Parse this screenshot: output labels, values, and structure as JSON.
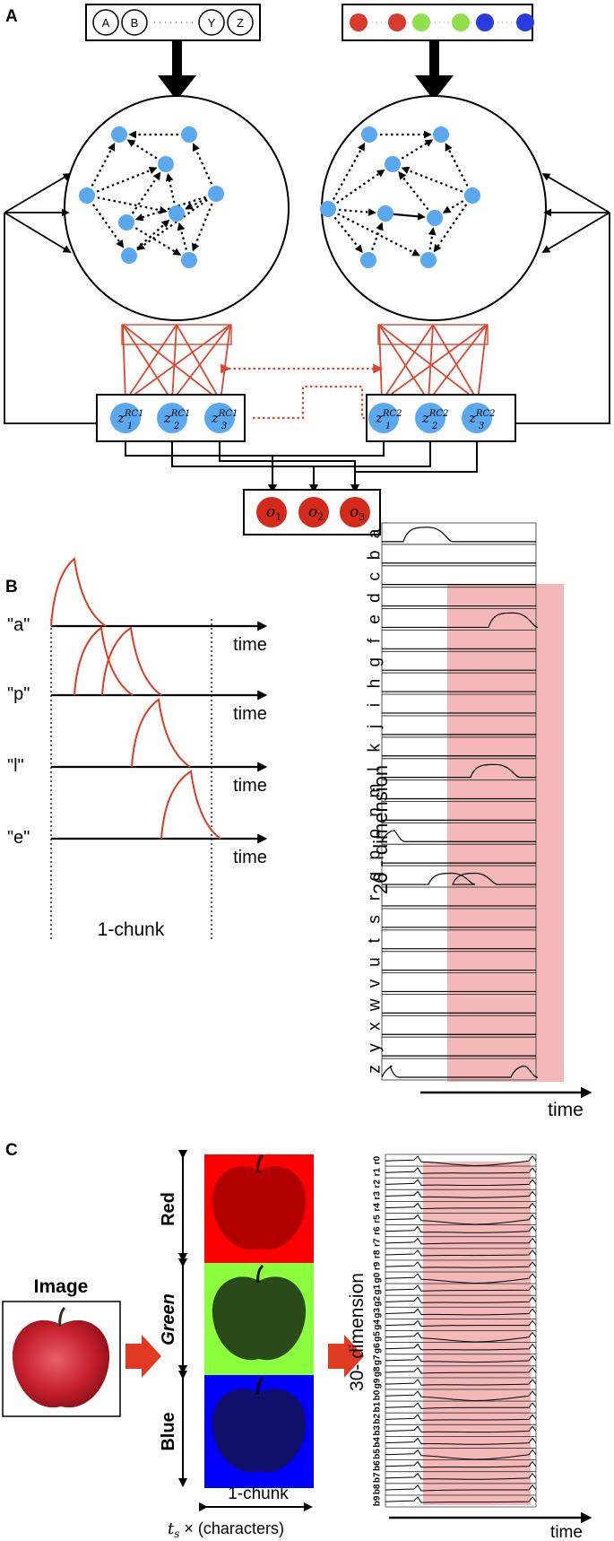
{
  "panel_a": {
    "label": "A",
    "input_letters": [
      "A",
      "B",
      "Y",
      "Z"
    ],
    "input_colors": [
      "#d93a2b",
      "#d93a2b",
      "#8fe04a",
      "#8fe04a",
      "#2a3ce0",
      "#2a3ce0"
    ],
    "rc1_nodes": [
      {
        "base": "z",
        "sub": "1",
        "sup": "RC1"
      },
      {
        "base": "z",
        "sub": "2",
        "sup": "RC1"
      },
      {
        "base": "z",
        "sub": "3",
        "sup": "RC1"
      }
    ],
    "rc2_nodes": [
      {
        "base": "z",
        "sub": "1",
        "sup": "RC2"
      },
      {
        "base": "z",
        "sub": "2",
        "sup": "RC2"
      },
      {
        "base": "z",
        "sub": "3",
        "sup": "RC2"
      }
    ],
    "outputs": [
      {
        "base": "o",
        "sub": "1"
      },
      {
        "base": "o",
        "sub": "2"
      },
      {
        "base": "o",
        "sub": "3"
      }
    ],
    "colors": {
      "node_blue": "#5aa8f0",
      "output_red": "#d42a1c",
      "link_red": "#e0452e"
    }
  },
  "panel_b": {
    "label": "B",
    "rows": [
      "\"a\"",
      "\"p\"",
      "\"l\"",
      "\"e\""
    ],
    "time_label": "time",
    "chunk_label": "1-chunk",
    "dimension_label": "26 - dimension",
    "letters_top_to_bottom": [
      "a",
      "b",
      "c",
      "d",
      "e",
      "f",
      "g",
      "h",
      "i",
      "j",
      "k",
      "l",
      "m",
      "n",
      "o",
      "p",
      "q",
      "r",
      "s",
      "t",
      "u",
      "v",
      "w",
      "x",
      "y",
      "z"
    ],
    "highlight_color": "#f4b8b8"
  },
  "panel_c": {
    "label": "C",
    "image_label": "Image",
    "channels": [
      "Red",
      "Green",
      "Blue"
    ],
    "chunk_label": "1-chunk",
    "ts_label": "t",
    "ts_sub": "s",
    "ts_rest": " × (characters)",
    "dimension_label": "30- dimension",
    "time_label": "time",
    "rows_top_to_bottom": [
      "r0",
      "r1",
      "r2",
      "r3",
      "r4",
      "r5",
      "r6",
      "r7",
      "r8",
      "r9",
      "g0",
      "g1",
      "g2",
      "g3",
      "g4",
      "g5",
      "g6",
      "g7",
      "g8",
      "g9",
      "b0",
      "b1",
      "b2",
      "b3",
      "b4",
      "b5",
      "b6",
      "b7",
      "b8",
      "b9"
    ],
    "channel_colors": {
      "red": "#ff0000",
      "green": "#8cff3c",
      "blue": "#0000ff"
    }
  }
}
